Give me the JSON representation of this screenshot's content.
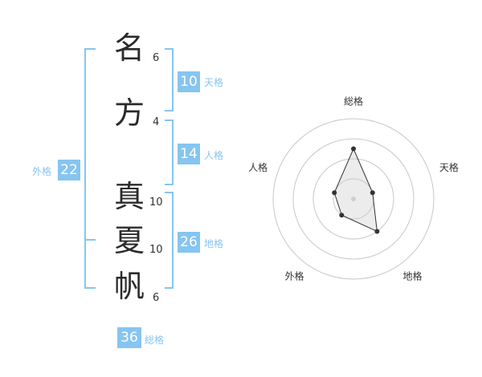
{
  "name": {
    "chars": [
      {
        "char": "名",
        "strokes": "6"
      },
      {
        "char": "方",
        "strokes": "4"
      },
      {
        "char": "真",
        "strokes": "10"
      },
      {
        "char": "夏",
        "strokes": "10"
      },
      {
        "char": "帆",
        "strokes": "6"
      }
    ]
  },
  "fortune": {
    "tenkaku": {
      "value": "10",
      "label": "天格"
    },
    "jinkaku": {
      "value": "14",
      "label": "人格"
    },
    "chikaku": {
      "value": "26",
      "label": "地格"
    },
    "gaikaku": {
      "value": "22",
      "label": "外格"
    },
    "soukaku": {
      "value": "36",
      "label": "総格"
    }
  },
  "colors": {
    "accent": "#86c5f0",
    "text": "#2b2b2b"
  },
  "chart_data": {
    "type": "radar",
    "axes": [
      "総格",
      "天格",
      "地格",
      "外格",
      "人格"
    ],
    "rings": 4,
    "max": 4,
    "values": [
      2.5,
      1,
      2,
      1,
      1
    ]
  }
}
